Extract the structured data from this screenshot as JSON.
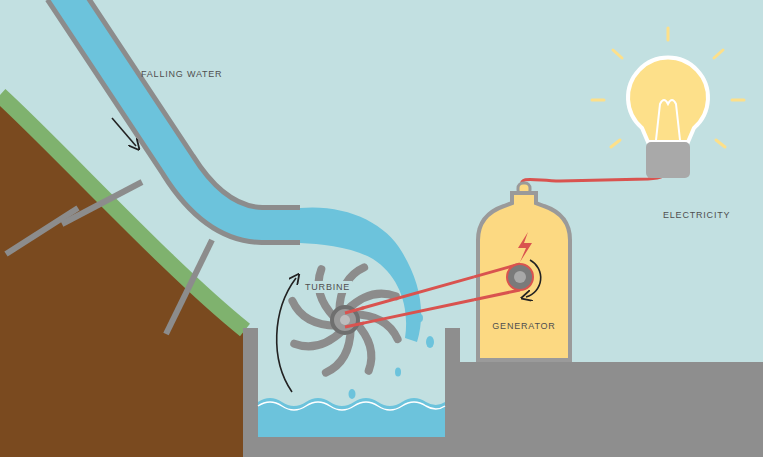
{
  "diagram": {
    "nodes": [
      {
        "text": [
          "TURBINE"
        ]
      },
      {
        "text": [
          "GENERATOR"
        ]
      }
    ],
    "edges": [
      {
        "from": 0,
        "to": 1,
        "arrow": "none"
      }
    ],
    "labels": [
      "FALLING WATER",
      "ELECTRICITY"
    ]
  }
}
